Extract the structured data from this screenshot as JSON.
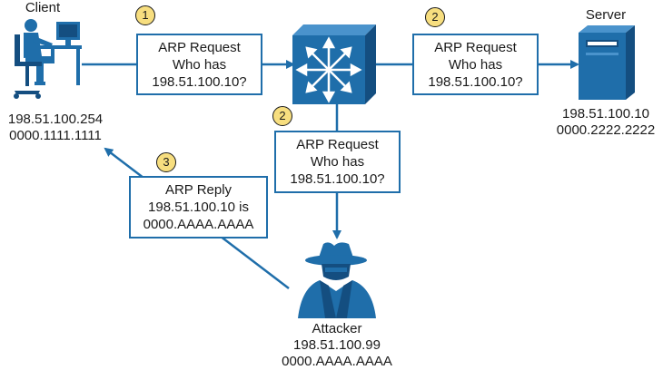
{
  "colors": {
    "line": "#1f6eaa",
    "icon_blue": "#1f6eaa",
    "icon_dark": "#144e80",
    "badge_fill": "#f7de7f"
  },
  "client": {
    "title": "Client",
    "ip": "198.51.100.254",
    "mac": "0000.1111.1111",
    "icon": "user-at-computer-icon"
  },
  "server": {
    "title": "Server",
    "ip": "198.51.100.10",
    "mac": "0000.2222.2222",
    "icon": "server-tower-icon"
  },
  "attacker": {
    "title": "Attacker",
    "ip": "198.51.100.99",
    "mac": "0000.AAAA.AAAA",
    "icon": "hooded-attacker-icon"
  },
  "switch": {
    "icon": "multilayer-switch-icon"
  },
  "messages": [
    {
      "step": "1",
      "lines": [
        "ARP Request",
        "Who has",
        "198.51.100.10?"
      ]
    },
    {
      "step": "2",
      "lines": [
        "ARP Request",
        "Who has",
        "198.51.100.10?"
      ]
    },
    {
      "step": "2",
      "lines": [
        "ARP Request",
        "Who has",
        "198.51.100.10?"
      ]
    },
    {
      "step": "3",
      "lines": [
        "ARP Reply",
        "198.51.100.10 is",
        "0000.AAAA.AAAA"
      ]
    }
  ]
}
